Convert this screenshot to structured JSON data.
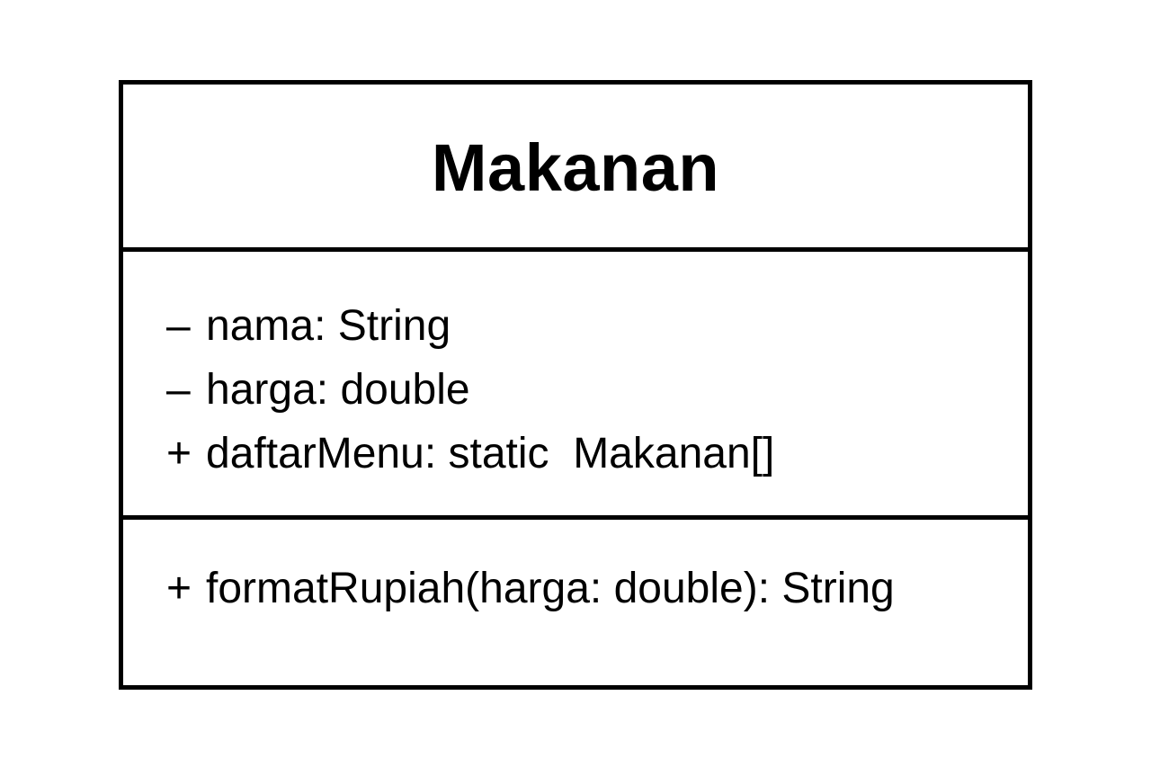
{
  "class": {
    "name": "Makanan",
    "attributes": [
      {
        "visibility": "–",
        "text": "nama: String"
      },
      {
        "visibility": "–",
        "text": "harga: double"
      },
      {
        "visibility": "+",
        "text": "daftarMenu: static  Makanan[]"
      }
    ],
    "operations": [
      {
        "visibility": "+",
        "text": "formatRupiah(harga: double): String"
      }
    ]
  }
}
